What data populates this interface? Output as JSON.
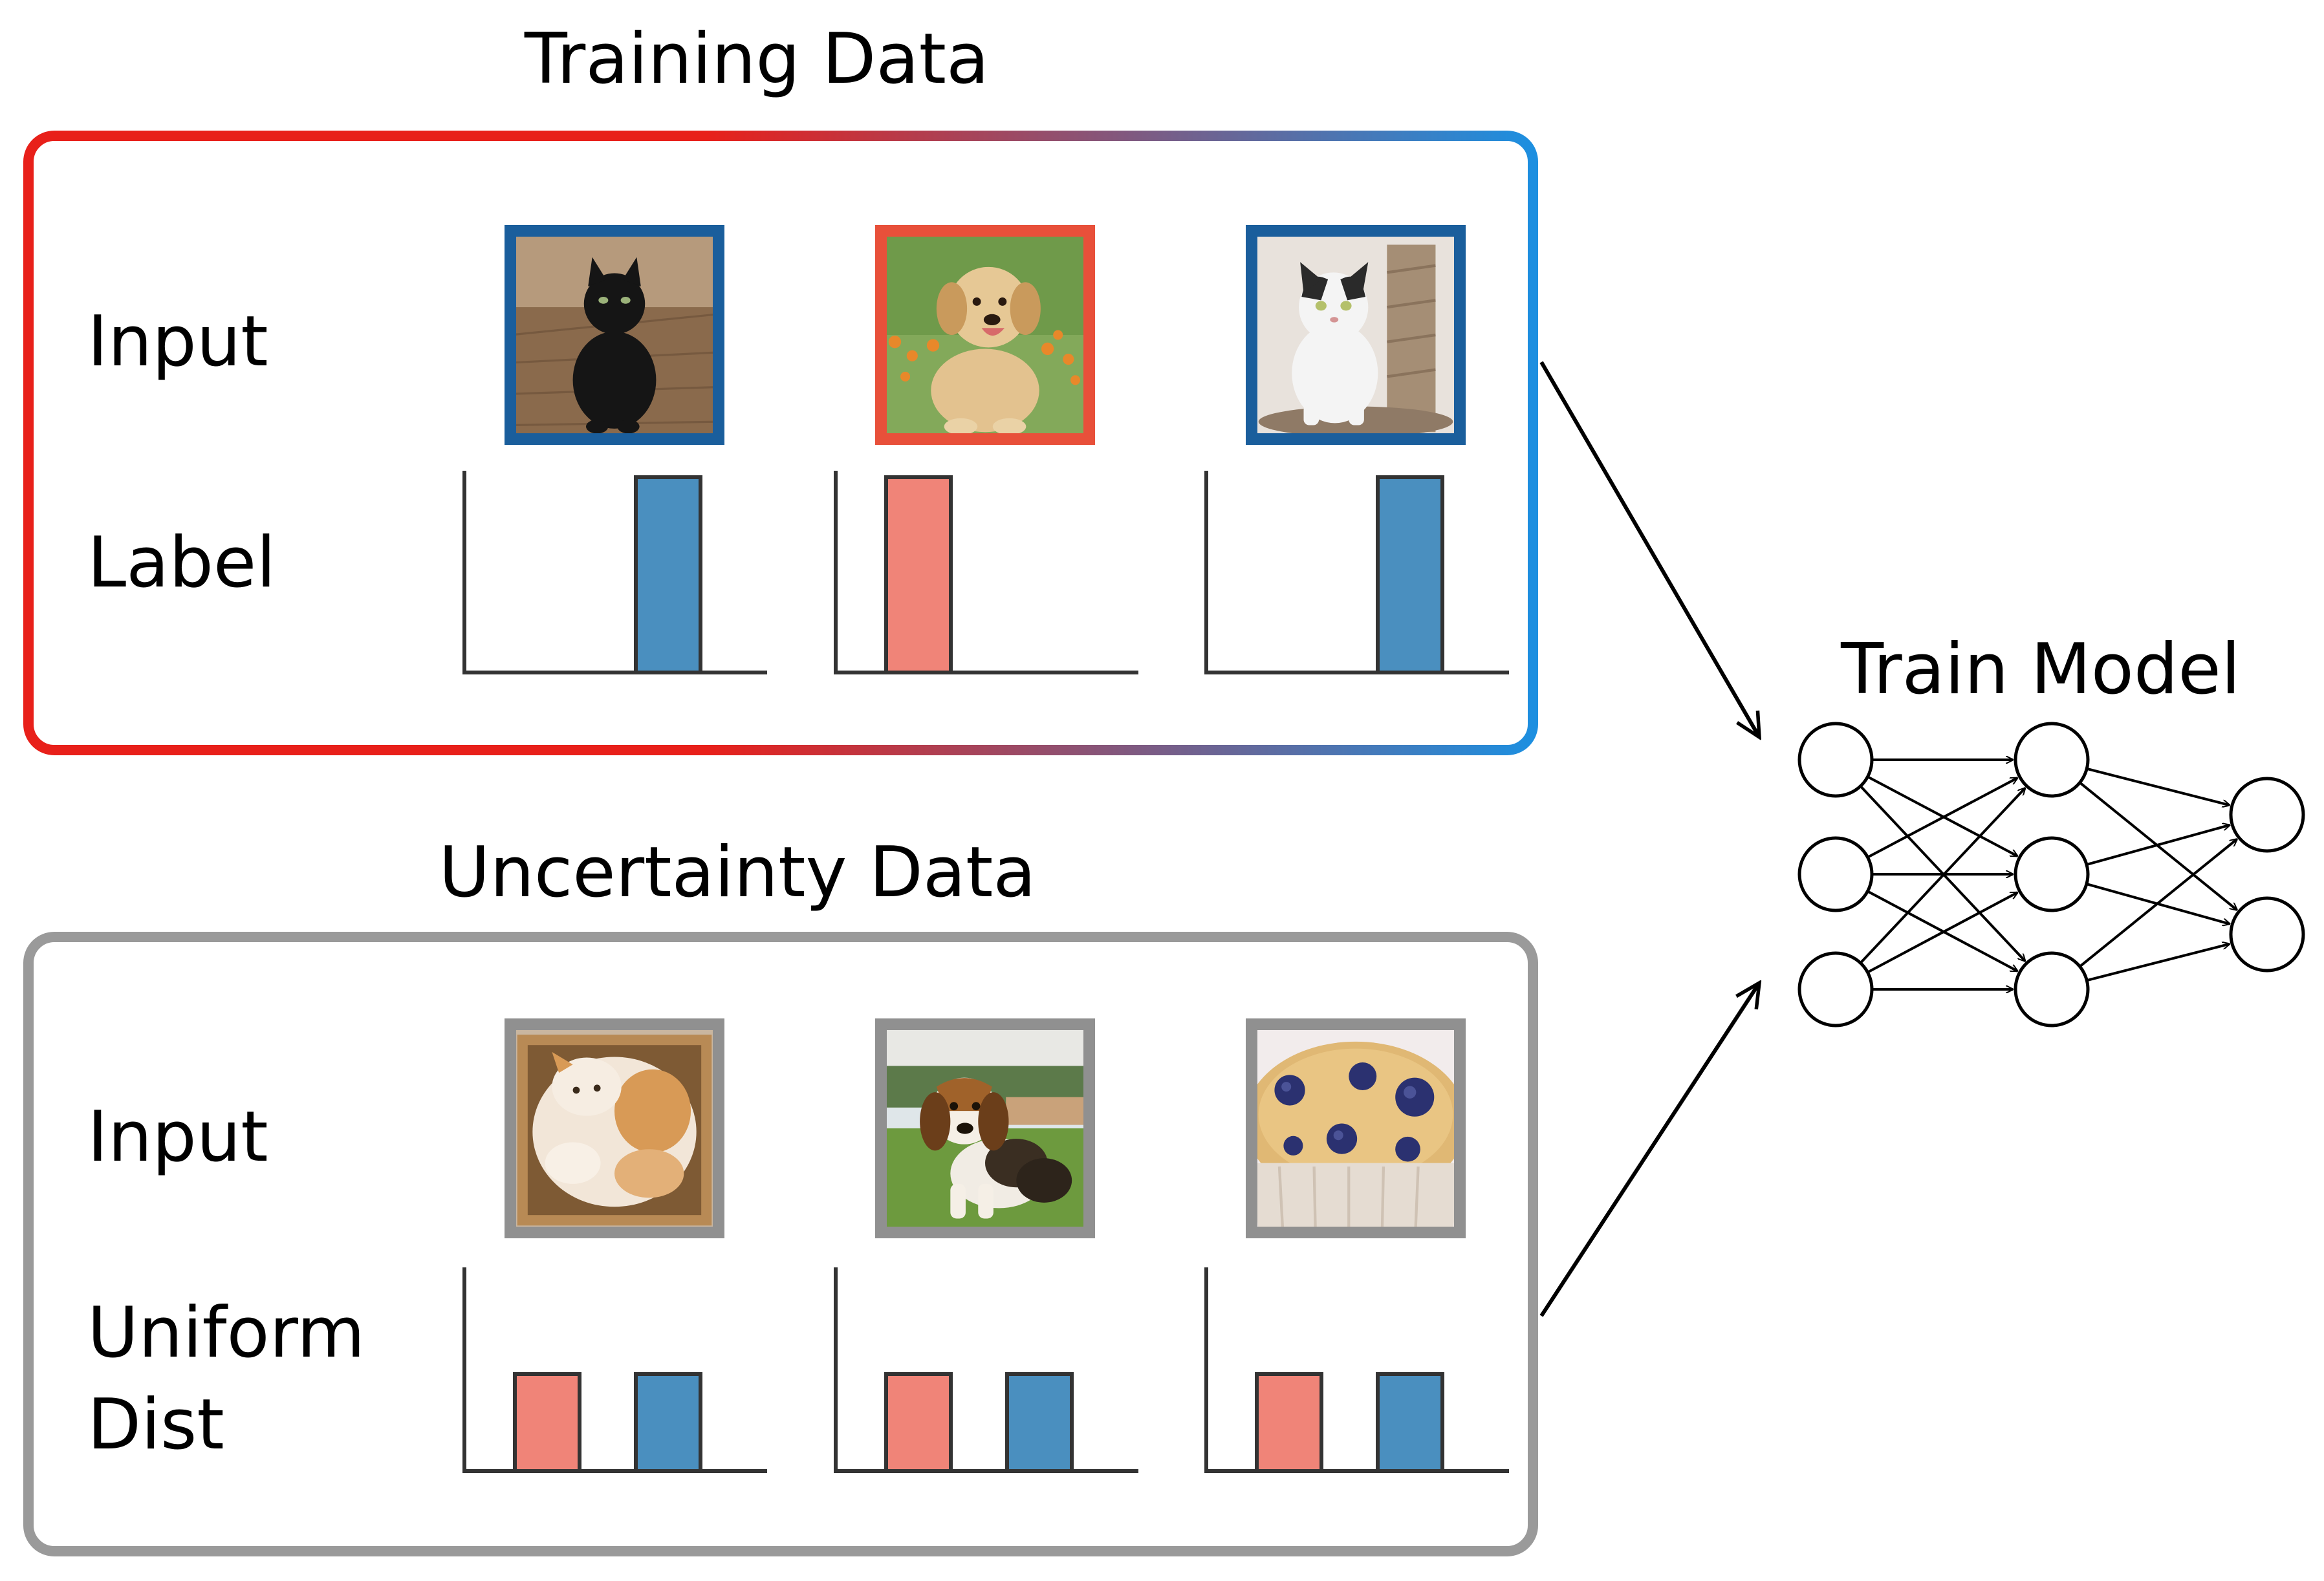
{
  "training": {
    "title": "Training Data",
    "row_input": "Input",
    "row_label": "Label",
    "images": [
      {
        "subject": "black cat",
        "frame_color": "#1a5e9c"
      },
      {
        "subject": "golden puppy",
        "frame_color": "#e8503a"
      },
      {
        "subject": "white and black cat",
        "frame_color": "#1a5e9c"
      }
    ],
    "labels": [
      {
        "dog": 0,
        "cat": 1
      },
      {
        "dog": 1,
        "cat": 0
      },
      {
        "dog": 0,
        "cat": 1
      }
    ]
  },
  "uncertainty": {
    "title": "Uncertainty Data",
    "row_input": "Input",
    "row_label_1": "Uniform",
    "row_label_2": "Dist",
    "images": [
      {
        "subject": "cat in box",
        "frame_color": "#909090"
      },
      {
        "subject": "beagle puppy",
        "frame_color": "#909090"
      },
      {
        "subject": "blueberry muffin",
        "frame_color": "#909090"
      }
    ],
    "labels": [
      {
        "dog": 0.5,
        "cat": 0.5
      },
      {
        "dog": 0.5,
        "cat": 0.5
      },
      {
        "dog": 0.5,
        "cat": 0.5
      }
    ]
  },
  "model": {
    "title": "Train Model",
    "layers": [
      3,
      3,
      2
    ]
  },
  "colors": {
    "dog_bar": "#f08478",
    "cat_bar": "#4a8fbf",
    "training_border_start": "#e8201a",
    "training_border_end": "#1d8fe0",
    "uncertainty_border": "#9a9a9a"
  }
}
